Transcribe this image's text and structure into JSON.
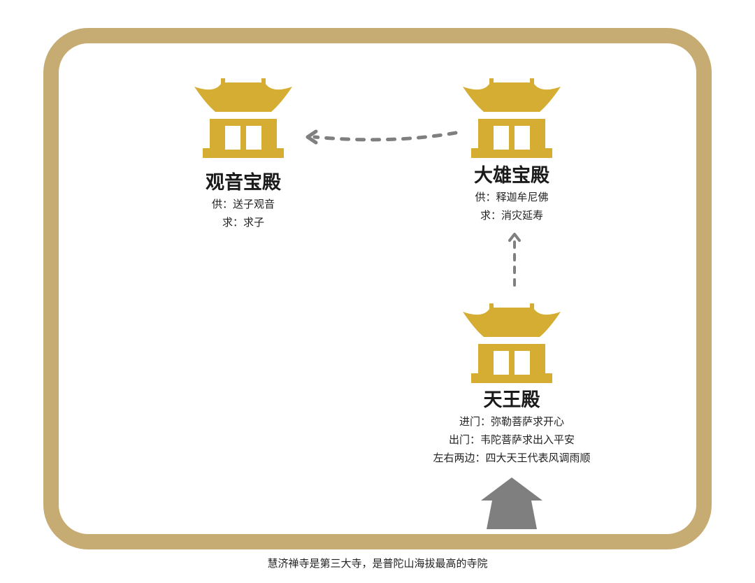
{
  "colors": {
    "frame": "#c6ac72",
    "temple": "#d4ad32",
    "arrow": "#7f7f7f"
  },
  "halls": [
    {
      "name": "观音宝殿",
      "lines": [
        "供：送子观音",
        "求：求子"
      ]
    },
    {
      "name": "大雄宝殿",
      "lines": [
        "供：释迦牟尼佛",
        "求：消灾延寿"
      ]
    },
    {
      "name": "天王殿",
      "lines": [
        "进门：弥勒菩萨求开心",
        "出门：韦陀菩萨求出入平安",
        "左右两边：四大天王代表风调雨顺"
      ]
    }
  ],
  "caption": "慧济禅寺是第三大寺，是普陀山海拔最高的寺院"
}
